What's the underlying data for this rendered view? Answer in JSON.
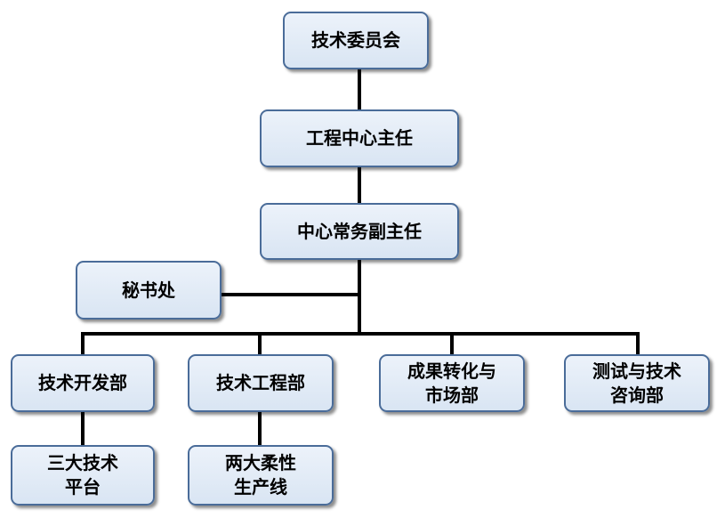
{
  "diagram": {
    "type": "org-chart",
    "nodes": {
      "committee": "技术委员会",
      "director": "工程中心主任",
      "deputy": "中心常务副主任",
      "secretariat": "秘书处",
      "dev_dept": "技术开发部",
      "eng_dept": "技术工程部",
      "transfer_dept": "成果转化与\n市场部",
      "testing_dept": "测试与技术\n咨询部",
      "platforms": "三大技术\n平台",
      "production_lines": "两大柔性\n生产线"
    },
    "edges": [
      [
        "committee",
        "director"
      ],
      [
        "director",
        "deputy"
      ],
      [
        "deputy",
        "secretariat"
      ],
      [
        "deputy",
        "dev_dept"
      ],
      [
        "deputy",
        "eng_dept"
      ],
      [
        "deputy",
        "transfer_dept"
      ],
      [
        "deputy",
        "testing_dept"
      ],
      [
        "dev_dept",
        "platforms"
      ],
      [
        "eng_dept",
        "production_lines"
      ]
    ],
    "colors": {
      "box_fill": "#dfe8f4",
      "box_border": "#4a6c99",
      "connector": "#000000"
    }
  }
}
